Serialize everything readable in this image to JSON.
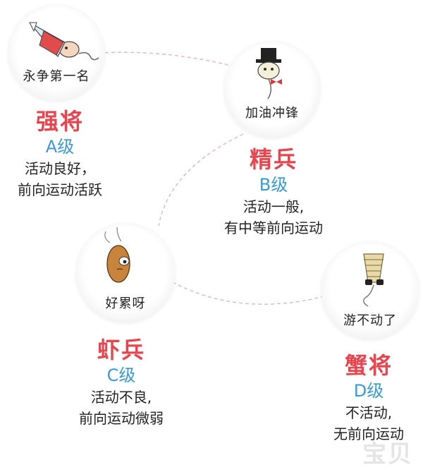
{
  "nodes": [
    {
      "id": "a",
      "bubble_label": "永争第一名",
      "rank": "强将",
      "grade": "A级",
      "desc": [
        "活动良好，",
        "前向运动活跃"
      ]
    },
    {
      "id": "b",
      "bubble_label": "加油冲锋",
      "rank": "精兵",
      "grade": "B级",
      "desc": [
        "活动一般,",
        "有中等前向运动"
      ]
    },
    {
      "id": "c",
      "bubble_label": "好累呀",
      "rank": "虾兵",
      "grade": "C级",
      "desc": [
        "活动不良,",
        "前向运动微弱"
      ]
    },
    {
      "id": "d",
      "bubble_label": "游不动了",
      "rank": "蟹将",
      "grade": "D级",
      "desc": [
        "不活动,",
        "无前向运动"
      ]
    }
  ],
  "watermark": "宝贝",
  "colors": {
    "rank": "#e8454f",
    "grade": "#3a9ad9",
    "connector": "#e6b9c3",
    "text": "#222222"
  },
  "icons": [
    "sperm-rocket-icon",
    "sperm-tophat-icon",
    "sperm-tired-icon",
    "sperm-mummy-icon"
  ]
}
